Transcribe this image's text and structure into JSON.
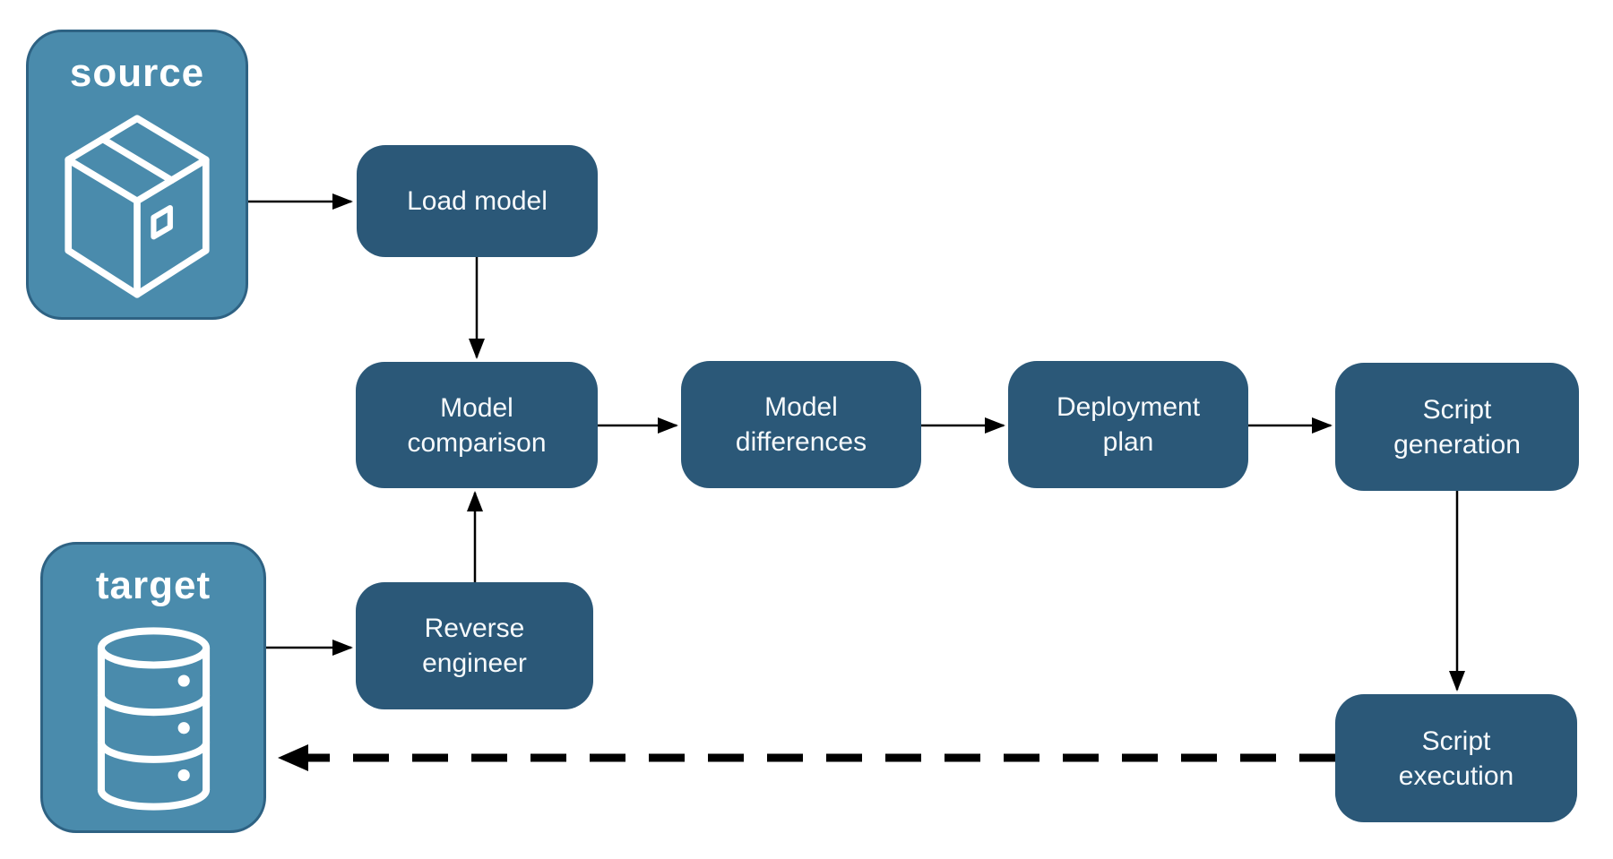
{
  "diagram": {
    "containers": {
      "source": {
        "label": "source",
        "icon": "package-icon"
      },
      "target": {
        "label": "target",
        "icon": "database-icon"
      }
    },
    "nodes": {
      "load_model": {
        "label": "Load model"
      },
      "model_comparison": {
        "label": "Model comparison"
      },
      "model_differences": {
        "label": "Model differences"
      },
      "deployment_plan": {
        "label": "Deployment plan"
      },
      "script_generation": {
        "label": "Script generation"
      },
      "reverse_engineer": {
        "label": "Reverse engineer"
      },
      "script_execution": {
        "label": "Script execution"
      }
    },
    "edges": [
      {
        "from": "source",
        "to": "load_model",
        "style": "solid"
      },
      {
        "from": "load_model",
        "to": "model_comparison",
        "style": "solid"
      },
      {
        "from": "model_comparison",
        "to": "model_differences",
        "style": "solid"
      },
      {
        "from": "model_differences",
        "to": "deployment_plan",
        "style": "solid"
      },
      {
        "from": "deployment_plan",
        "to": "script_generation",
        "style": "solid"
      },
      {
        "from": "script_generation",
        "to": "script_execution",
        "style": "solid"
      },
      {
        "from": "target",
        "to": "reverse_engineer",
        "style": "solid"
      },
      {
        "from": "reverse_engineer",
        "to": "model_comparison",
        "style": "solid"
      },
      {
        "from": "script_execution",
        "to": "target",
        "style": "dashed"
      }
    ],
    "colors": {
      "container_fill": "#4A8BAC",
      "container_border": "#2E6283",
      "node_fill": "#2B5878",
      "text": "#FFFFFF",
      "arrow": "#000000",
      "background": "#FFFFFF"
    }
  }
}
